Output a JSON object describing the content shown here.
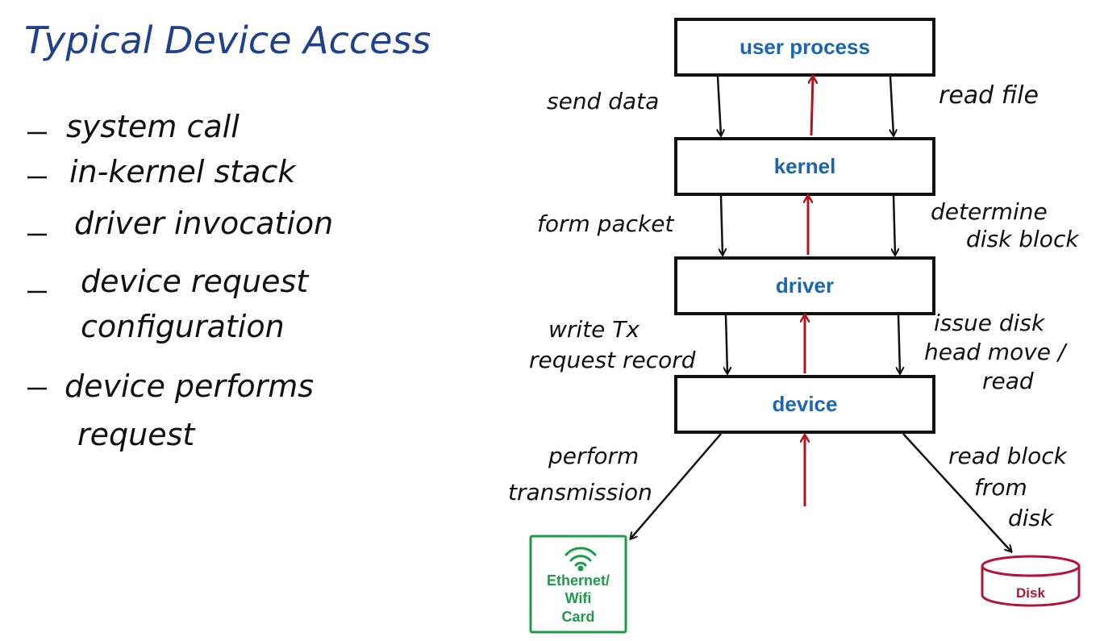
{
  "title": "Typical Device Access",
  "steps": [
    {
      "lines": [
        "system call"
      ]
    },
    {
      "lines": [
        "in-kernel stack"
      ]
    },
    {
      "lines": [
        "driver invocation"
      ]
    },
    {
      "lines": [
        "device request",
        "configuration"
      ]
    },
    {
      "lines": [
        "device performs",
        "request"
      ]
    }
  ],
  "stack": {
    "user_process": "user process",
    "kernel": "kernel",
    "driver": "driver",
    "device": "device"
  },
  "left_labels": {
    "send_data": "send data",
    "form_packet": "form packet",
    "write_tx_1": "write Tx",
    "write_tx_2": "request record",
    "perform_1": "perform",
    "perform_2": "transmission"
  },
  "right_labels": {
    "read_file": "read file",
    "determine_1": "determine",
    "determine_2": "disk block",
    "issue_1": "issue disk",
    "issue_2": "head move /",
    "issue_3": "read",
    "readblock_1": "read block",
    "readblock_2": "from",
    "readblock_3": "disk"
  },
  "devices": {
    "nic_1": "Ethernet/",
    "nic_2": "Wifi",
    "nic_3": "Card",
    "disk": "Disk"
  },
  "colors": {
    "title": "#1f3f8f",
    "box_text": "#1a66b3",
    "down_arrow": "#111111",
    "up_arrow": "#b3141c",
    "nic": "#1f9a4a",
    "disk": "#b3143c"
  }
}
